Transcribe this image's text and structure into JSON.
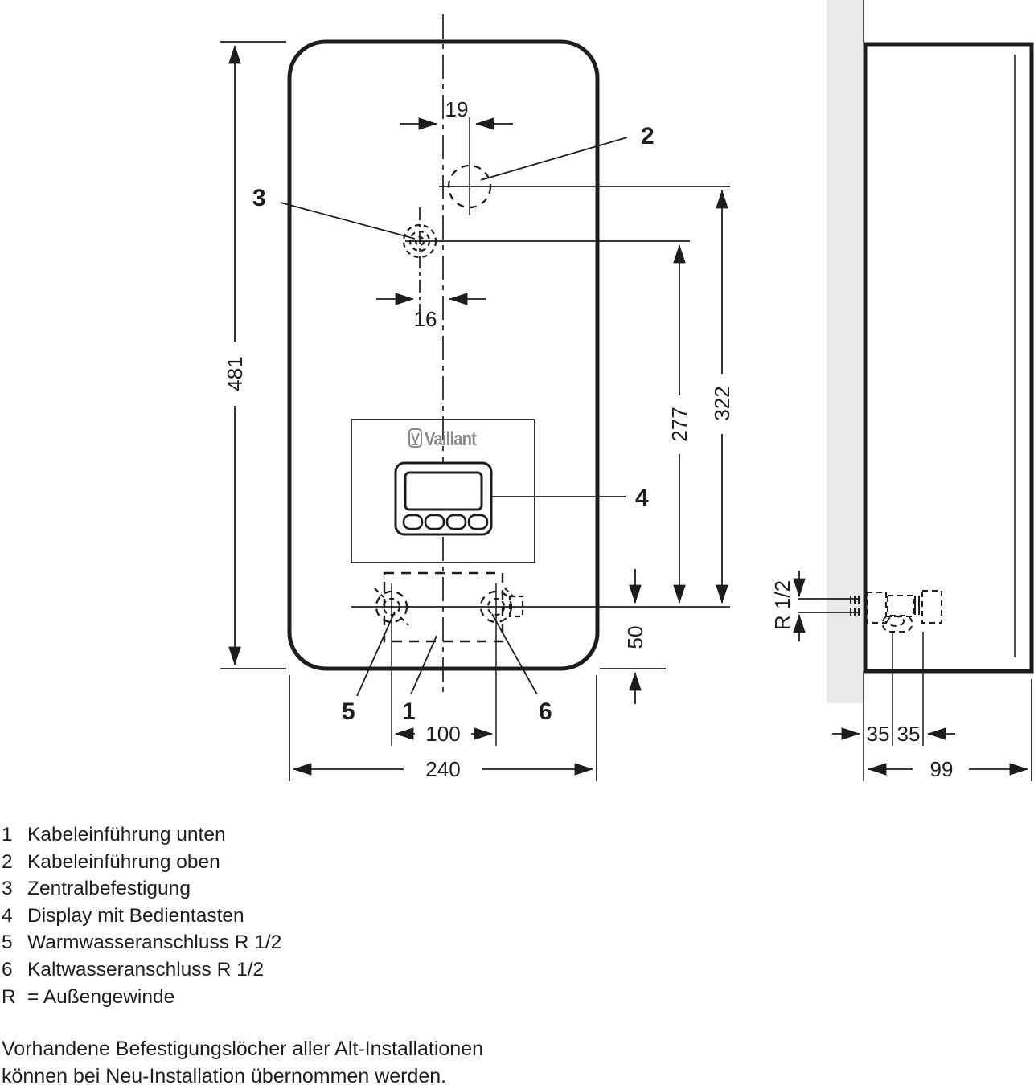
{
  "diagram": {
    "brand_logo": "Vaillant",
    "callouts": {
      "k1": "1",
      "k2": "2",
      "k3": "3",
      "k4": "4",
      "k5": "5",
      "k6": "6"
    },
    "front_dims": {
      "height": "481",
      "width": "240",
      "top_hole_offset": "19",
      "center_hole_offset": "16",
      "connection_spacing": "100",
      "connection_from_bottom": "50",
      "center_hole_above_connection": "277",
      "top_hole_above_connection": "322"
    },
    "side_dims": {
      "depth": "99",
      "offset_a": "35",
      "offset_b": "35",
      "thread": "R 1/2"
    }
  },
  "legend": {
    "items": [
      {
        "num": "1",
        "label": "Kabeleinführung unten"
      },
      {
        "num": "2",
        "label": "Kabeleinführung oben"
      },
      {
        "num": "3",
        "label": "Zentralbefestigung"
      },
      {
        "num": "4",
        "label": "Display mit Bedientasten"
      },
      {
        "num": "5",
        "label": "Warmwasseranschluss R 1/2"
      },
      {
        "num": "6",
        "label": "Kaltwasseranschluss R 1/2"
      }
    ],
    "r_key": "R",
    "r_label": "= Außengewinde"
  },
  "note": {
    "line1": "Vorhandene Befestigungslöcher aller Alt-Installationen",
    "line2": "können bei Neu-Installation übernommen werden."
  }
}
